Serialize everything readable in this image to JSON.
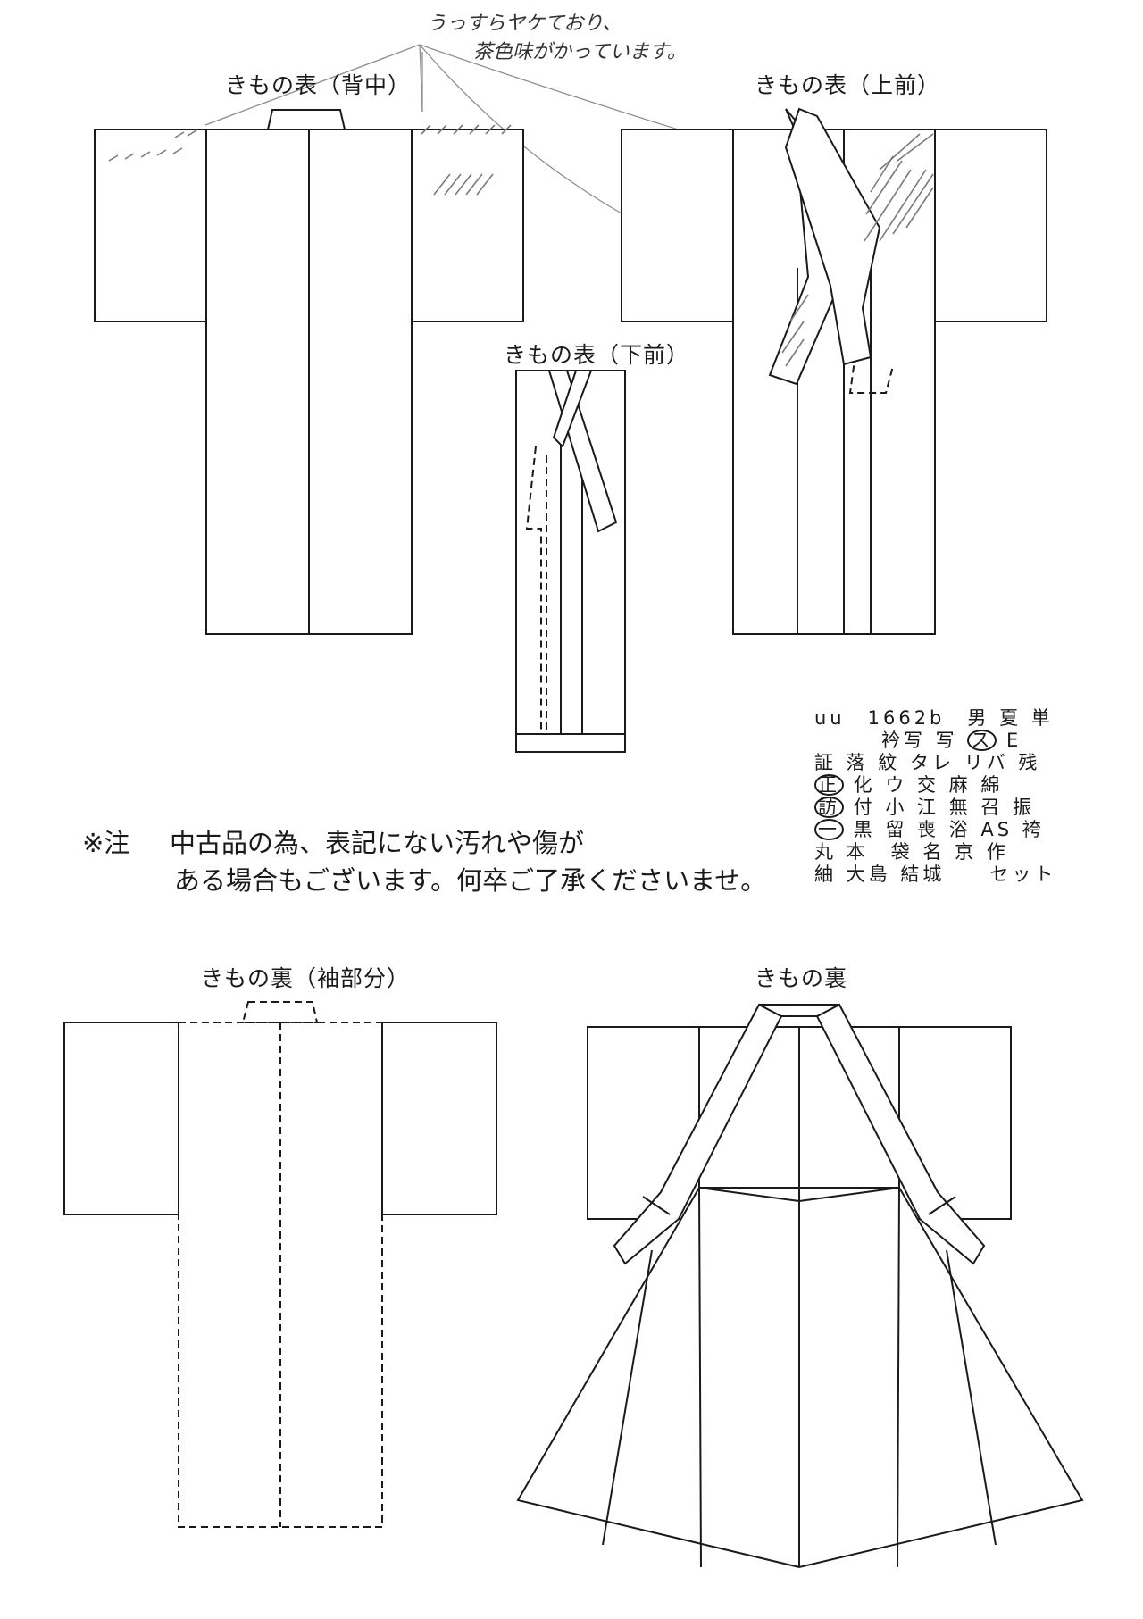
{
  "annotation": {
    "line1": "うっすらヤケており、",
    "line2": "茶色味がかっています。"
  },
  "labels": {
    "back": "きもの表（背中）",
    "upper_front": "きもの表（上前）",
    "lower_front": "きもの表（下前）",
    "lining_sleeve": "きもの裏（袖部分）",
    "lining": "きもの裏"
  },
  "note": {
    "prefix": "※注",
    "line1": "中古品の為、表記にない汚れや傷が",
    "line2": "ある場合もございます。何卒ご了承くださいませ。"
  },
  "code_grid": {
    "rows": [
      {
        "pre": "uu　1662b　男 夏 単",
        "circ": "",
        "post": ""
      },
      {
        "pre": "　　　衿写 写 ",
        "circ": "ス",
        "post": " E"
      },
      {
        "pre": "証 落 紋 タレ リバ 残",
        "circ": "",
        "post": ""
      },
      {
        "pre": "",
        "circ": "正",
        "post": " 化 ウ 交 麻 綿"
      },
      {
        "pre": "",
        "circ": "訪",
        "post": " 付 小 江 無 召 振"
      },
      {
        "pre": "",
        "circ": "一",
        "post": " 黒 留 喪 浴 AS 袴"
      },
      {
        "pre": "丸 本　袋 名 京 作",
        "circ": "",
        "post": ""
      },
      {
        "pre": "紬 大島 結城　　セット",
        "circ": "",
        "post": ""
      }
    ]
  },
  "colors": {
    "ink": "#1a1a1a",
    "pencil": "#8f8f8f",
    "hatch": "#7a7a7a",
    "paper": "#ffffff"
  }
}
